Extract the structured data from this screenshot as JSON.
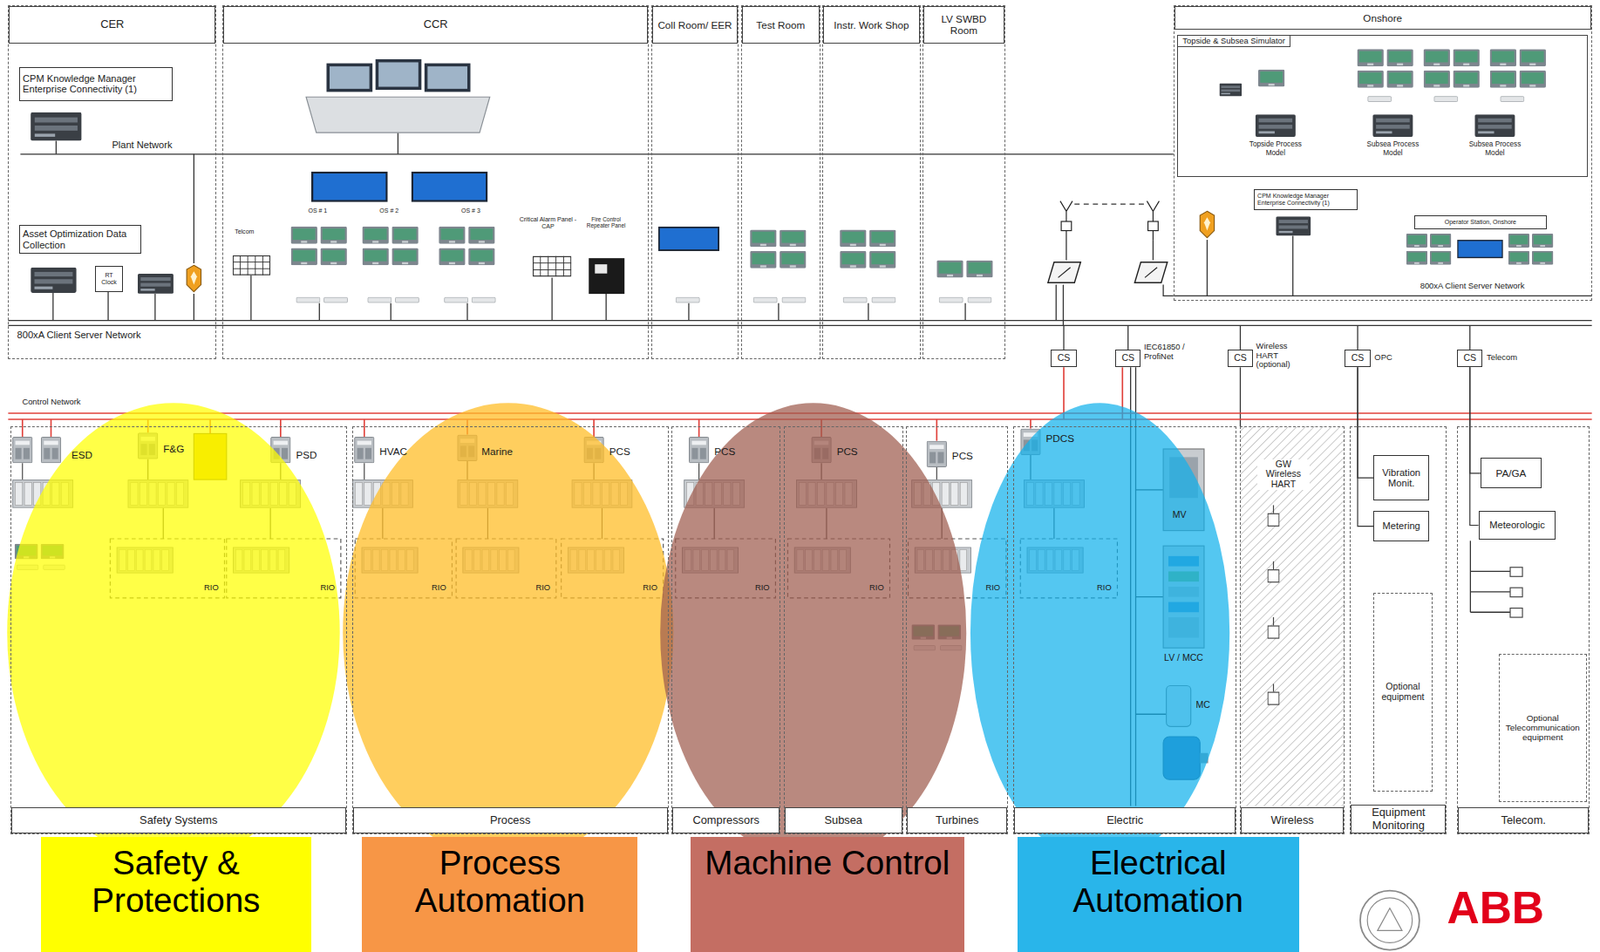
{
  "diagram": {
    "nodes": [
      {
        "text": [
          "CER"
        ]
      },
      {
        "text": [
          "CPM Knowledge Manager Enterprise Connectivity (1)"
        ],
        "in": 0
      },
      {
        "text": [
          "Asset Optimization Data Collection"
        ],
        "in": 0
      },
      {
        "text": [
          "RT Clock"
        ],
        "in": 0
      },
      {
        "text": [
          "CCR"
        ]
      },
      {
        "text": [
          "Coll Room/ EER"
        ]
      },
      {
        "text": [
          "Test Room"
        ]
      },
      {
        "text": [
          "Instr. Work Shop"
        ]
      },
      {
        "text": [
          "LV SWBD Room"
        ]
      },
      {
        "text": [
          "Onshore"
        ]
      },
      {
        "text": [
          "Topside & Subsea Simulator"
        ],
        "in": 9
      },
      {
        "text": [
          "CPM Knowledge Manager Enterprise Connectivity (1)"
        ],
        "in": 9
      },
      {
        "text": [
          "Operator Station, Onshore"
        ],
        "in": 9
      },
      {
        "text": [
          "CS"
        ]
      },
      {
        "text": [
          "CS"
        ]
      },
      {
        "text": [
          "CS"
        ]
      },
      {
        "text": [
          "CS"
        ]
      },
      {
        "text": [
          "CS"
        ]
      },
      {
        "text": [
          "Safety Systems"
        ]
      },
      {
        "text": [
          "Process"
        ]
      },
      {
        "text": [
          "Compressors"
        ]
      },
      {
        "text": [
          "Subsea"
        ]
      },
      {
        "text": [
          "Turbines"
        ]
      },
      {
        "text": [
          "Electric"
        ]
      },
      {
        "text": [
          "Wireless"
        ]
      },
      {
        "text": [
          "Equipment Monitoring"
        ]
      },
      {
        "text": [
          "Telecom."
        ]
      },
      {
        "text": [
          "Vibration Monit."
        ],
        "in": 25
      },
      {
        "text": [
          "Metering"
        ],
        "in": 25
      },
      {
        "text": [
          "Optional equipment"
        ],
        "in": 25
      },
      {
        "text": [
          "PA/GA"
        ],
        "in": 26
      },
      {
        "text": [
          "Meteorologic"
        ],
        "in": 26
      },
      {
        "text": [
          "Optional Telecommunication equipment"
        ],
        "in": 26
      },
      {
        "text": [
          "Safety & Protections"
        ]
      },
      {
        "text": [
          "Process Automation"
        ]
      },
      {
        "text": [
          "Machine Control"
        ]
      },
      {
        "text": [
          "Electrical Automation"
        ]
      }
    ],
    "edges": [
      {
        "from": 16,
        "to": 27,
        "arrow": "none"
      },
      {
        "from": 16,
        "to": 28,
        "arrow": "none"
      },
      {
        "from": 17,
        "to": 30,
        "arrow": "none"
      },
      {
        "from": 17,
        "to": 31,
        "arrow": "none"
      }
    ],
    "labels": [
      "Plant Network",
      "800xA Client Server Network",
      "Telcom",
      "OS # 1",
      "OS # 2",
      "OS # 3",
      "Critical Alarm Panel - CAP",
      "Fire Control Repeater Panel",
      "Topside Process Model",
      "Subsea Process Model",
      "Subsea Process Model",
      "800xA Client Server Network",
      "IEC61850 / ProfiNet",
      "Wireless HART (optional)",
      "OPC",
      "Telecom",
      "Control Network",
      "ESD",
      "F&G",
      "PSD",
      "HVAC",
      "Marine",
      "PCS",
      "PCS",
      "PCS",
      "PCS",
      "PDCS",
      "RIO",
      "RIO",
      "RIO",
      "RIO",
      "RIO",
      "RIO",
      "RIO",
      "RIO",
      "RIO",
      "MV",
      "LV / MCC",
      "MC",
      "GW Wireless HART",
      "ABB"
    ]
  }
}
